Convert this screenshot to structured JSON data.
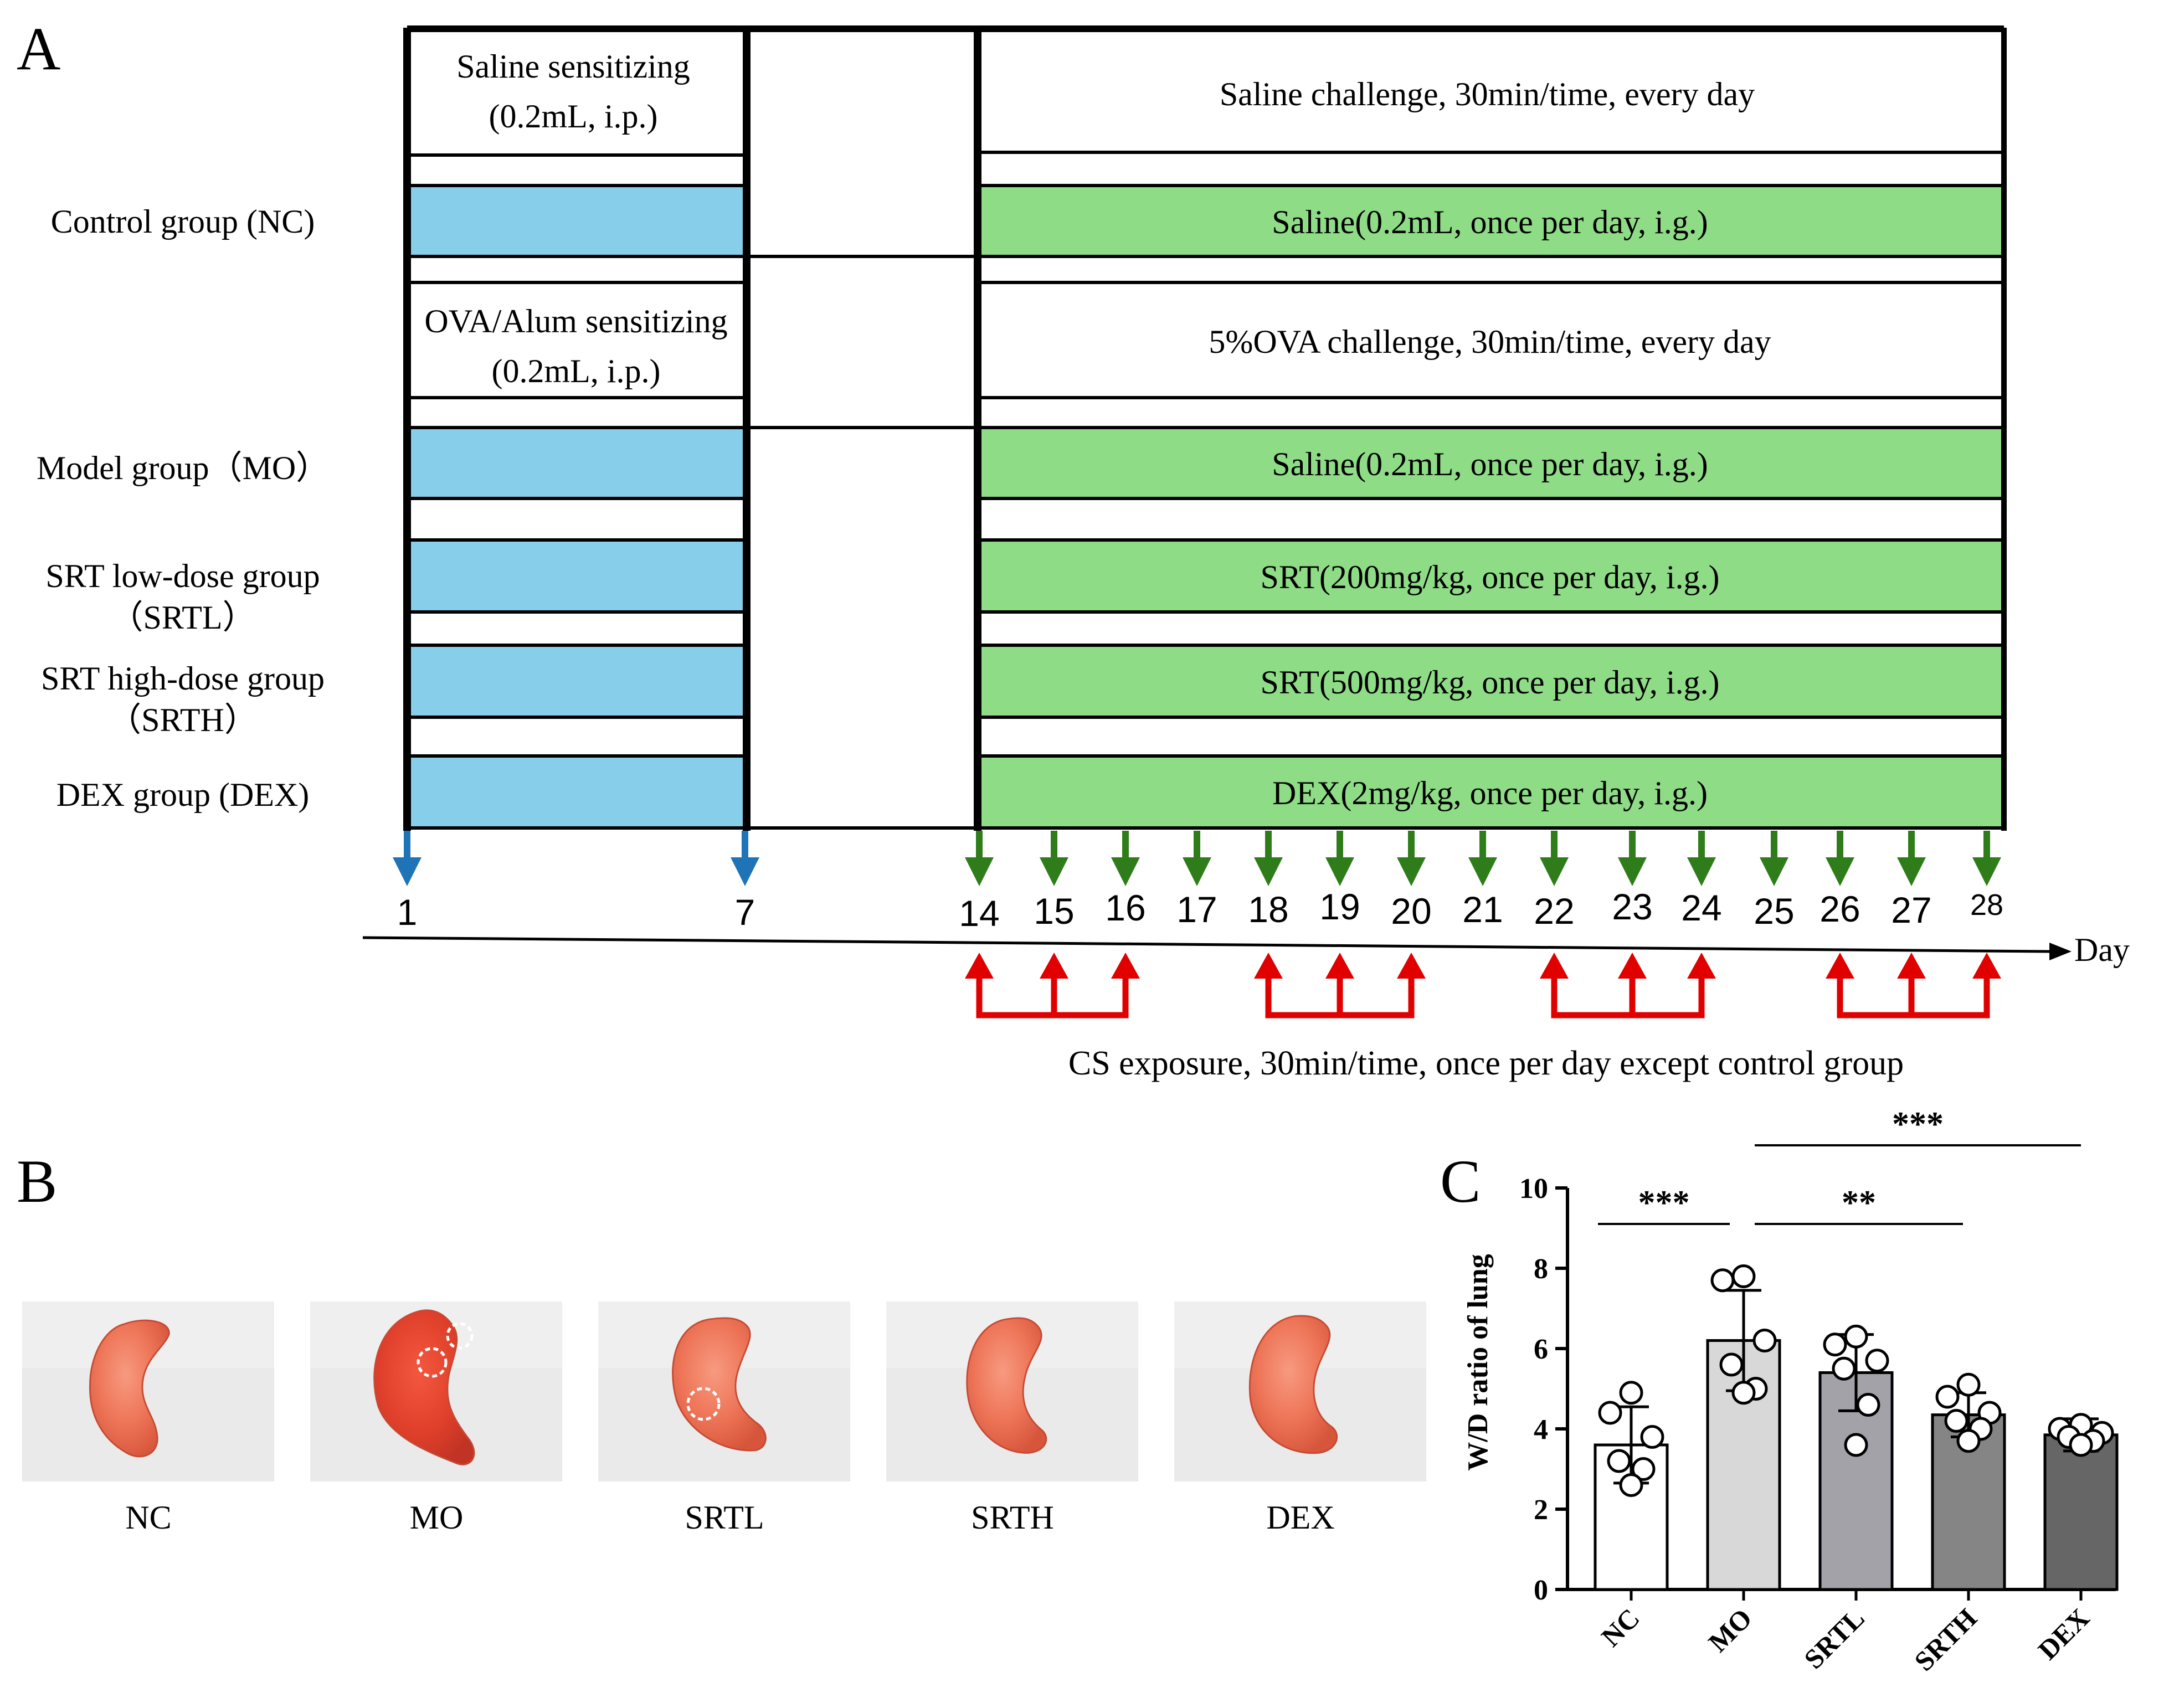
{
  "panel_labels": {
    "a": "A",
    "b": "B",
    "c": "C"
  },
  "schematic": {
    "rows": [
      {
        "id": "NC",
        "label_lines": [
          "Control group (NC)"
        ],
        "treatment": "Saline(0.2mL, once per day, i.g.)"
      },
      {
        "id": "MO",
        "label_lines": [
          "Model group（MO）"
        ],
        "treatment": "Saline(0.2mL, once per day, i.g.)"
      },
      {
        "id": "SRTL",
        "label_lines": [
          "SRT low-dose group",
          "（SRTL）"
        ],
        "treatment": "SRT(200mg/kg, once per day, i.g.)"
      },
      {
        "id": "SRTH",
        "label_lines": [
          "SRT high-dose group",
          "（SRTH）"
        ],
        "treatment": "SRT(500mg/kg, once per day, i.g.)"
      },
      {
        "id": "DEX",
        "label_lines": [
          "DEX group (DEX)"
        ],
        "treatment": "DEX(2mg/kg, once per day, i.g.)"
      }
    ],
    "headers": {
      "saline_sensitizing": [
        "Saline sensitizing",
        "(0.2mL, i.p.)"
      ],
      "saline_challenge": "Saline challenge, 30min/time, every day",
      "ova_sensitizing": [
        "OVA/Alum sensitizing",
        "(0.2mL, i.p.)"
      ],
      "ova_challenge": "5%OVA challenge, 30min/time, every day"
    },
    "sensitization_days": [
      "1",
      "7"
    ],
    "treatment_days": [
      "14",
      "15",
      "16",
      "17",
      "18",
      "19",
      "20",
      "21",
      "22",
      "23",
      "24",
      "25",
      "26",
      "27",
      "28"
    ],
    "cs_exposure_day_groups": [
      [
        "14",
        "15",
        "16"
      ],
      [
        "18",
        "19",
        "20"
      ],
      [
        "22",
        "23",
        "24"
      ],
      [
        "26",
        "27",
        "28"
      ]
    ],
    "axis_label": "Day",
    "cs_exposure_text": "CS exposure, 30min/time, once per day except control group",
    "colors": {
      "sensitization": "#87ceeb",
      "treatment": "#8fdc87",
      "blue_arrow": "#1f74b8",
      "green_arrow": "#2e7d1a",
      "red_arrow": "#e00000"
    }
  },
  "photos": {
    "labels": [
      "NC",
      "MO",
      "SRTL",
      "SRTH",
      "DEX"
    ]
  },
  "chart_data": {
    "type": "bar",
    "title": "",
    "xlabel": "",
    "ylabel": "W/D ratio of lung",
    "ylim": [
      0,
      10
    ],
    "yticks": [
      0,
      2,
      4,
      6,
      8,
      10
    ],
    "categories": [
      "NC",
      "MO",
      "SRTL",
      "SRTH",
      "DEX"
    ],
    "values": [
      3.6,
      6.2,
      5.4,
      4.35,
      3.85
    ],
    "error_sd": [
      0.95,
      1.25,
      0.95,
      0.55,
      0.4
    ],
    "points": [
      [
        4.9,
        4.4,
        3.8,
        3.2,
        3.0,
        2.6
      ],
      [
        7.8,
        7.7,
        6.2,
        5.6,
        5.0,
        4.9
      ],
      [
        6.3,
        6.1,
        5.7,
        5.5,
        4.6,
        3.6
      ],
      [
        5.1,
        4.8,
        4.4,
        4.2,
        4.0,
        3.7
      ],
      [
        4.1,
        4.0,
        3.9,
        3.8,
        3.7,
        3.6
      ]
    ],
    "bar_colors": [
      "#ffffff",
      "#d8d8d8",
      "#a2a2a8",
      "#858585",
      "#666666"
    ],
    "significance": [
      {
        "from": "NC",
        "to": "MO",
        "label": "***",
        "level": 9.6
      },
      {
        "from": "MO",
        "to": "SRTH",
        "label": "**",
        "level": 9.6
      },
      {
        "from": "MO",
        "to": "DEX",
        "label": "***",
        "level": 10.8
      }
    ],
    "grid": false,
    "legend": "none"
  }
}
